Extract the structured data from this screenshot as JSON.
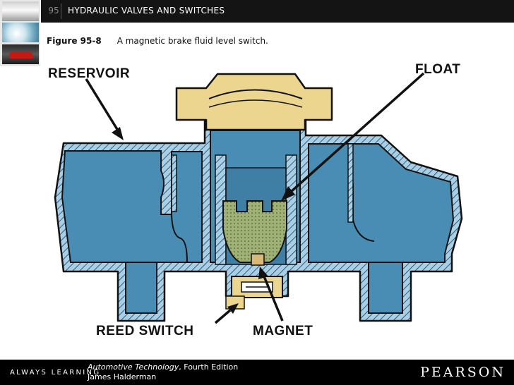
{
  "header": {
    "chapter_number": "95",
    "chapter_title": "HYDRAULIC VALVES AND SWITCHES"
  },
  "caption": {
    "figure_label": "Figure 95-8",
    "text": "A magnetic brake fluid level switch."
  },
  "diagram": {
    "labels": {
      "reservoir": "RESERVOIR",
      "float": "FLOAT",
      "reed_switch": "REED SWITCH",
      "magnet": "MAGNET"
    },
    "colors": {
      "fluid": "#4a8db4",
      "shell": "#a9cfe6",
      "cap": "#ecd58f",
      "float": "#9fb174",
      "outline": "#111111"
    }
  },
  "footer": {
    "tagline": "ALWAYS LEARNING",
    "book_title": "Automotive Technology",
    "edition": ", Fourth Edition",
    "author": "James Halderman",
    "publisher": "PEARSON"
  }
}
